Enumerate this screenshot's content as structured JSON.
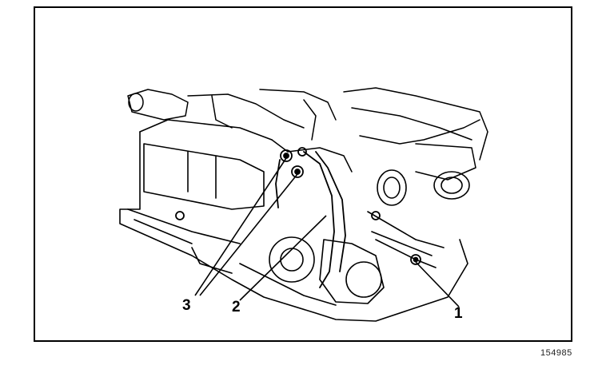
{
  "callouts": {
    "c1": "1",
    "c2": "2",
    "c3": "3"
  },
  "figure_id": "154985",
  "colors": {
    "ink": "#000000",
    "background": "#ffffff"
  }
}
